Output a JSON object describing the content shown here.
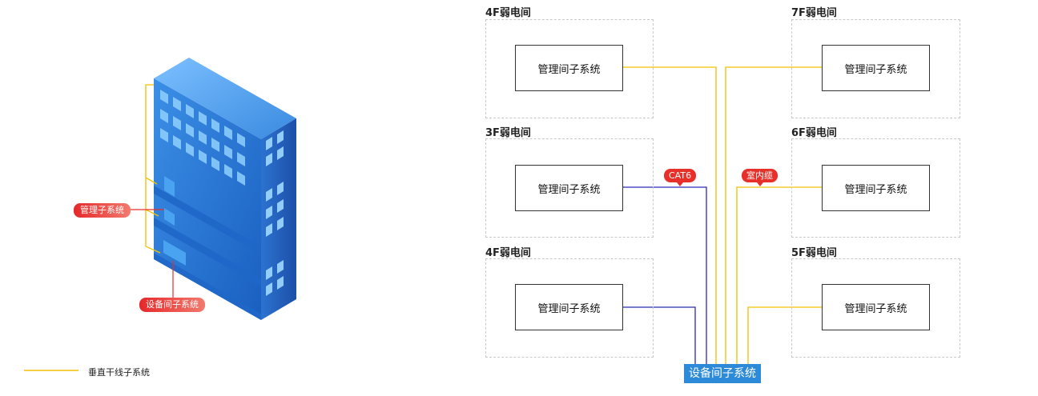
{
  "legend": {
    "backbone_label": "垂直干线子系统"
  },
  "building": {
    "callout_telecom": "管理子系统",
    "callout_equipment": "设备间子系统"
  },
  "rooms": {
    "r4f_top": {
      "title": "4F弱电间",
      "box": "管理间子系统"
    },
    "r3f": {
      "title": "3F弱电间",
      "box": "管理间子系统"
    },
    "r4f_bottom": {
      "title": "4F弱电间",
      "box": "管理间子系统"
    },
    "r7f": {
      "title": "7F弱电间",
      "box": "管理间子系统"
    },
    "r6f": {
      "title": "6F弱电间",
      "box": "管理间子系统"
    },
    "r5f": {
      "title": "5F弱电间",
      "box": "管理间子系统"
    }
  },
  "cable_tags": {
    "copper": "CAT6",
    "indoor": "室内缆"
  },
  "equipment_room": "设备间子系统",
  "colors": {
    "backbone": "#f2c000",
    "copper": "#2a2ab8",
    "accent_red": "#e8302a",
    "building_blue": "#2d7fd6"
  }
}
